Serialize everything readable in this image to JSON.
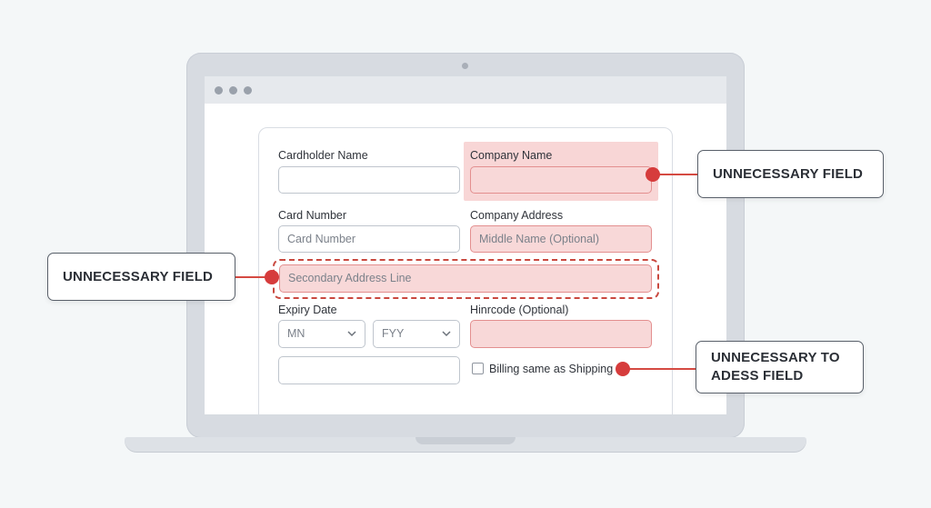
{
  "form": {
    "cardholder_label": "Cardholder Name",
    "company_name_label": "Company Name",
    "card_number_label": "Card Number",
    "card_number_placeholder": "Card Number",
    "company_address_label": "Company Address",
    "middle_name_placeholder": "Middle Name (Optional)",
    "secondary_address_placeholder": "Secondary Address Line",
    "expiry_label": "Expiry Date",
    "month_value": "MN",
    "year_value": "FYY",
    "hinrcode_label": "Hinrcode (Optional)",
    "billing_label": "Billing same as Shipping"
  },
  "callouts": {
    "right_top": "UNNECESSARY FIELD",
    "left_middle": "UNNECESSARY FIELD",
    "right_bottom_line1": "UNNECESSARY TO",
    "right_bottom_line2": "ADESS FIELD"
  },
  "colors": {
    "highlight_fill": "#f8d8d8",
    "accent_red": "#d63c3c"
  }
}
